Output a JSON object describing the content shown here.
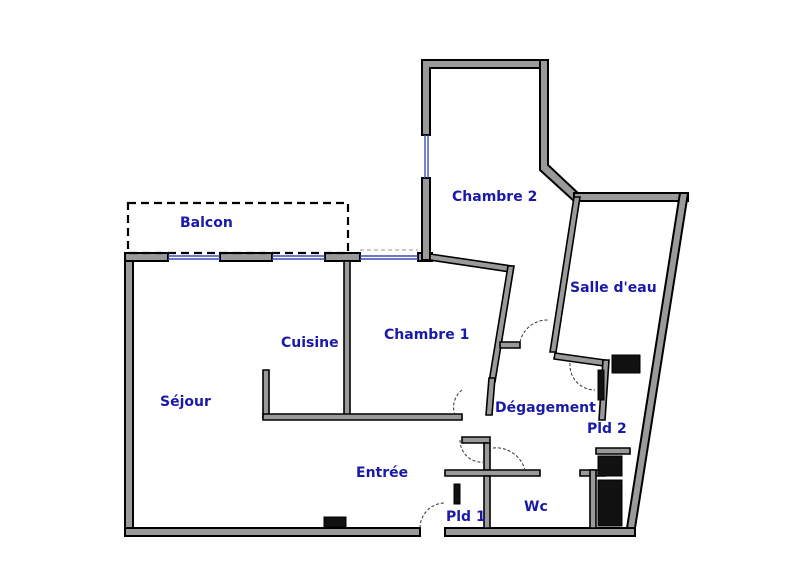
{
  "rooms": {
    "balcon": "Balcon",
    "chambre2": "Chambre 2",
    "salle_eau": "Salle d'eau",
    "cuisine": "Cuisine",
    "chambre1": "Chambre 1",
    "sejour": "Séjour",
    "degagement": "Dégagement",
    "pld2": "Pld 2",
    "entree": "Entrée",
    "pld1": "Pld 1",
    "wc": "Wc"
  },
  "colors": {
    "label": "#1a1aa8",
    "wall_fill": "#9a9a9a",
    "window": "#3a4fb5"
  }
}
